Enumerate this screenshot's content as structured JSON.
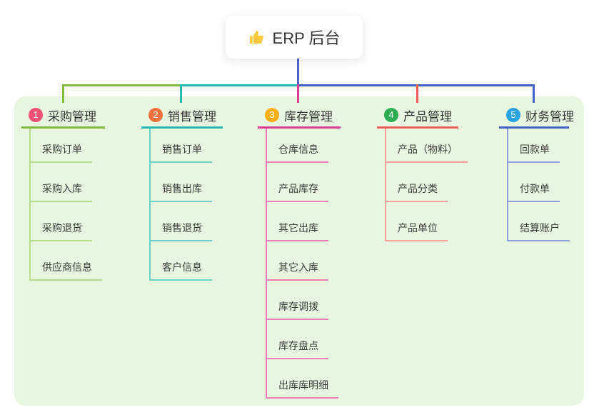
{
  "root": {
    "title": "ERP 后台",
    "icon": "thumbs-up-icon",
    "icon_color": "#FFC83D",
    "line_color": "#4E63CD"
  },
  "panel_color": "#E8F6E0",
  "branches": [
    {
      "badge": "1",
      "label": "采购管理",
      "color": "#82BB40",
      "light": "#B9DC92",
      "badge_color": "#EF5272",
      "children": [
        "采购订单",
        "采购入库",
        "采购退货",
        "供应商信息"
      ]
    },
    {
      "badge": "2",
      "label": "销售管理",
      "color": "#26B8B0",
      "light": "#6FCFC9",
      "badge_color": "#F3703B",
      "children": [
        "销售订单",
        "销售出库",
        "销售退货",
        "客户信息"
      ]
    },
    {
      "badge": "3",
      "label": "库存管理",
      "color": "#E03A92",
      "light": "#F27CBB",
      "badge_color": "#F9AE17",
      "children": [
        "仓库信息",
        "产品库存",
        "其它出库",
        "其它入库",
        "库存调拨",
        "库存盘点",
        "出库库明细"
      ]
    },
    {
      "badge": "4",
      "label": "产品管理",
      "color": "#F45B5B",
      "light": "#FA9E9E",
      "badge_color": "#2FAE55",
      "children": [
        "产品（物料）",
        "产品分类",
        "产品单位"
      ]
    },
    {
      "badge": "5",
      "label": "财务管理",
      "color": "#4161C6",
      "light": "#8BA2DE",
      "badge_color": "#29A3DE",
      "children": [
        "回款单",
        "付款单",
        "结算账户"
      ]
    }
  ]
}
